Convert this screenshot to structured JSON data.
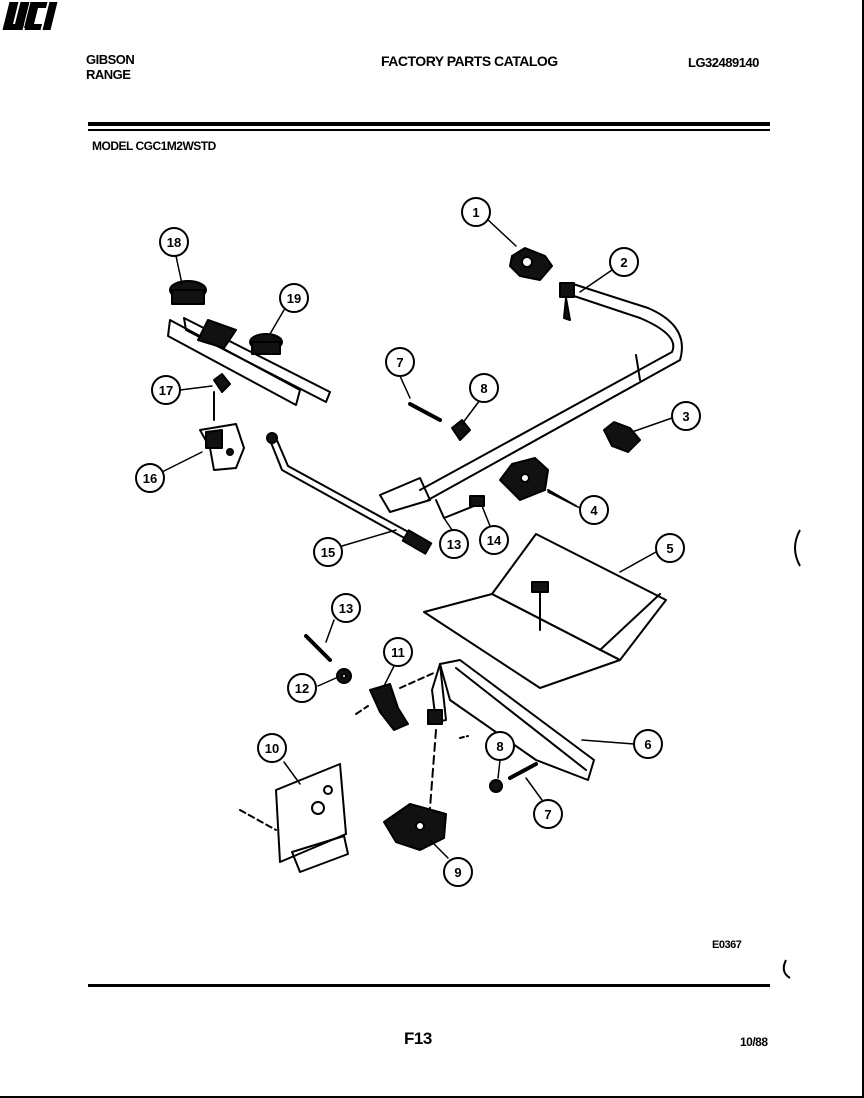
{
  "header": {
    "brand_line1": "GIBSON",
    "brand_line2": "RANGE",
    "logo_text": "WCI",
    "catalog_title": "FACTORY PARTS CATALOG",
    "part_number": "LG32489140"
  },
  "model_label": "MODEL CGC1M2WSTD",
  "callouts": [
    "1",
    "2",
    "3",
    "4",
    "5",
    "6",
    "7",
    "8",
    "7",
    "8",
    "9",
    "10",
    "11",
    "12",
    "13",
    "13",
    "14",
    "15",
    "16",
    "17",
    "18",
    "19"
  ],
  "footer": {
    "diagram_code": "E0367",
    "page": "F13",
    "date": "10/88"
  }
}
